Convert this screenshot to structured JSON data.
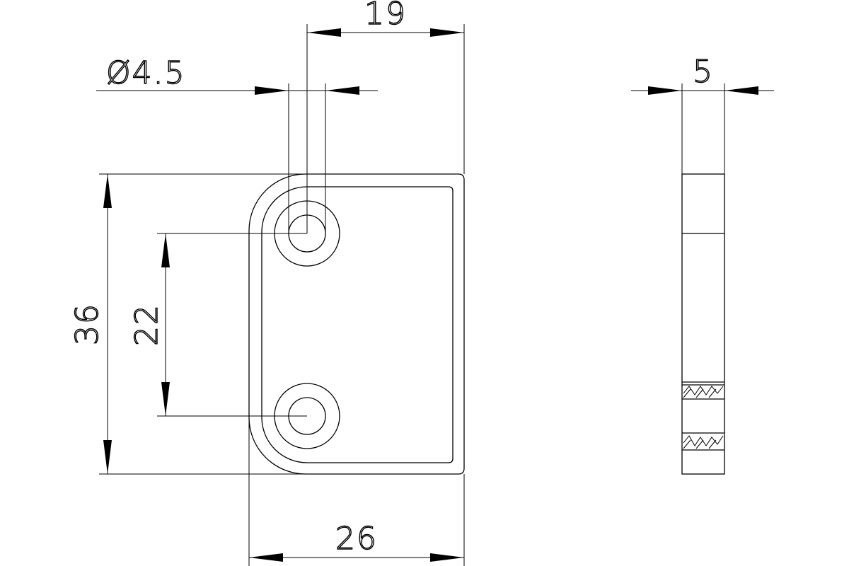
{
  "drawing": {
    "dimensions": {
      "width_top": "19",
      "hole_diameter": "Ø4.5",
      "thickness": "5",
      "height_total": "36",
      "hole_spacing": "22",
      "width_total": "26"
    }
  }
}
